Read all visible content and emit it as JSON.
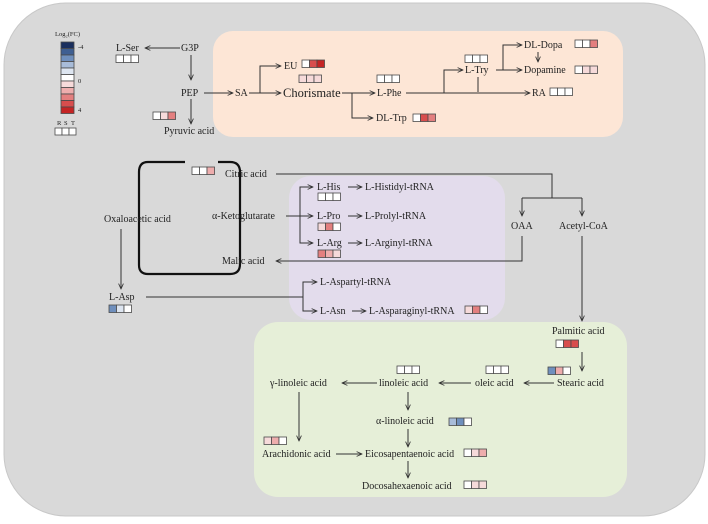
{
  "legend": {
    "title": "Log₂(FC)",
    "tick_top": "-4",
    "tick_mid": "0",
    "tick_bottom": "4",
    "colors": [
      "#1a2f5e",
      "#3f5f92",
      "#6f8fbd",
      "#a8bcd9",
      "#dde5f0",
      "#ffffff",
      "#f6dada",
      "#eeadad",
      "#e37f7f",
      "#d84d4d",
      "#c52424"
    ],
    "box_letters": [
      "R",
      "S",
      "T"
    ]
  },
  "nodes": {
    "lser": "L-Ser",
    "g3p": "G3P",
    "pep": "PEP",
    "sa": "SA",
    "eu": "EU",
    "chorismate": "Chorismate",
    "lphe": "L-Phe",
    "ltry": "L-Try",
    "dldopa": "DL-Dopa",
    "dopamine": "Dopamine",
    "ra": "RA",
    "dltrp": "DL-Trp",
    "pyruvic": "Pyruvic acid",
    "citric": "Citric acid",
    "akg": "α-Ketoglutarate",
    "malic": "Malic acid",
    "oxaloacetic": "Oxaloacetic acid",
    "lasp": "L-Asp",
    "lhis": "L-His",
    "lhistrna": "L-Histidyl-tRNA",
    "lpro": "L-Pro",
    "lprotrna": "L-Prolyl-tRNA",
    "larg": "L-Arg",
    "largtrna": "L-Arginyl-tRNA",
    "laspttrna": "L-Aspartyl-tRNA",
    "lasn": "L-Asn",
    "lasntrna": "L-Asparaginyl-tRNA",
    "oaa": "OAA",
    "acetylcoa": "Acetyl-CoA",
    "palmitic": "Palmitic acid",
    "stearic": "Stearic acid",
    "oleic": "oleic acid",
    "linoleic": "linoleic acid",
    "glinoleic": "γ-linoleic acid",
    "alinoleic": "α-linoleic acid",
    "arachidonic": "Arachidonic acid",
    "epa": "Eicosapentaenoic acid",
    "dha": "Docosahexaenoic acid"
  },
  "heat": {
    "lser": [
      "#ffffff",
      "#ffffff",
      "#ffffff"
    ],
    "eu": [
      "#ffffff",
      "#d84d4d",
      "#c52424"
    ],
    "chorismate": [
      "#f6dada",
      "#f6dada",
      "#f6dada"
    ],
    "lphe": [
      "#ffffff",
      "#ffffff",
      "#ffffff"
    ],
    "ltry": [
      "#ffffff",
      "#ffffff",
      "#ffffff"
    ],
    "dldopa": [
      "#ffffff",
      "#ffffff",
      "#e37f7f"
    ],
    "dopamine": [
      "#ffffff",
      "#f6dada",
      "#f6dada"
    ],
    "ra": [
      "#ffffff",
      "#ffffff",
      "#ffffff"
    ],
    "dltrp": [
      "#ffffff",
      "#d84d4d",
      "#e37f7f"
    ],
    "pep": [
      "#ffffff",
      "#f6dada",
      "#e37f7f"
    ],
    "citric": [
      "#ffffff",
      "#ffffff",
      "#eeadad"
    ],
    "lhis": [
      "#ffffff",
      "#ffffff",
      "#ffffff"
    ],
    "lpro": [
      "#f6dada",
      "#e37f7f",
      "#ffffff"
    ],
    "larg": [
      "#e37f7f",
      "#eeadad",
      "#f6dada"
    ],
    "lasntrna": [
      "#f6dada",
      "#e37f7f",
      "#ffffff"
    ],
    "lasp": [
      "#6f8fbd",
      "#dde5f0",
      "#ffffff"
    ],
    "palmitic": [
      "#ffffff",
      "#d84d4d",
      "#d84d4d"
    ],
    "stearic": [
      "#6f8fbd",
      "#eeadad",
      "#ffffff"
    ],
    "oleic": [
      "#ffffff",
      "#ffffff",
      "#ffffff"
    ],
    "linoleic": [
      "#ffffff",
      "#ffffff",
      "#ffffff"
    ],
    "alinoleic": [
      "#a8bcd9",
      "#6f8fbd",
      "#ffffff"
    ],
    "arachidonic": [
      "#f6dada",
      "#eeadad",
      "#ffffff"
    ],
    "epa": [
      "#ffffff",
      "#f6dada",
      "#eeadad"
    ],
    "dha": [
      "#ffffff",
      "#f6dada",
      "#f6dada"
    ],
    "legend": [
      "#ffffff",
      "#ffffff",
      "#ffffff"
    ]
  },
  "colors": {
    "background": "#d9d9d9",
    "orange_region": "#fde6d6",
    "purple_region": "#e3dcec",
    "green_region": "#e6efd8",
    "line": "#333333"
  }
}
